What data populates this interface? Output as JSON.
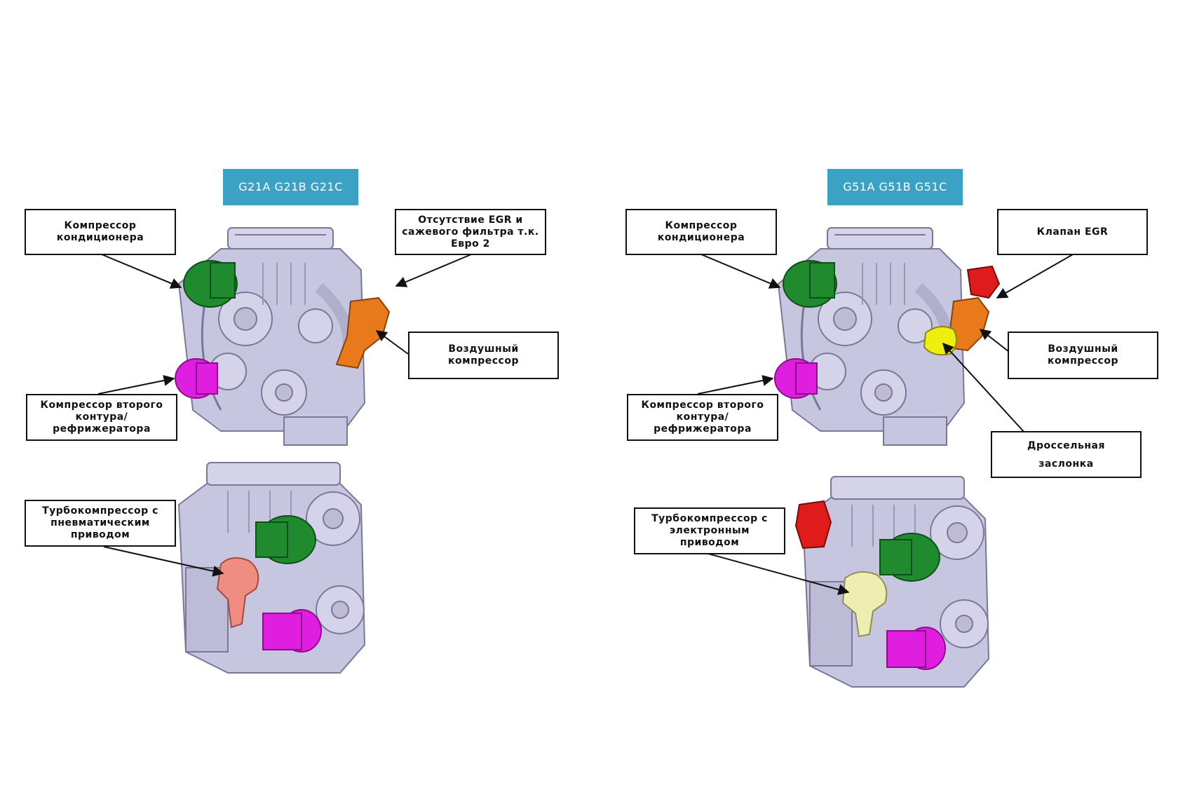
{
  "colors": {
    "title_bg": "#3ba2c3",
    "engine": "#c7c6e0",
    "ac_compressor": "#1f8a2e",
    "second_compressor": "#e01ee0",
    "air_compressor": "#e87a1c",
    "egr_valve": "#e01b1b",
    "throttle": "#eeee10",
    "turbo_pneumatic": "#ef8d82",
    "turbo_electronic": "#eeeeb0"
  },
  "left": {
    "title": "G21A G21B G21C",
    "labels": {
      "ac": "Компрессор\nкондиционера",
      "no_egr": "Отсутствие EGR и\nсажевого фильтра т.к.\nЕвро 2",
      "air": "Воздушный\nкомпрессор",
      "second": "Компрессор второго\nконтура/\nрефрижератора",
      "turbo": "Турбокомпрессор с\nпневматическим\nприводом"
    }
  },
  "right": {
    "title": "G51A G51B G51C",
    "labels": {
      "ac": "Компрессор\nкондиционера",
      "egr": "Клапан EGR",
      "air": "Воздушный\nкомпрессор",
      "second": "Компрессор второго\nконтура/\nрефрижератора",
      "throttle": "Дроссельная\nзаслонка",
      "turbo": "Турбокомпрессор с\nэлектронным\nприводом"
    }
  }
}
